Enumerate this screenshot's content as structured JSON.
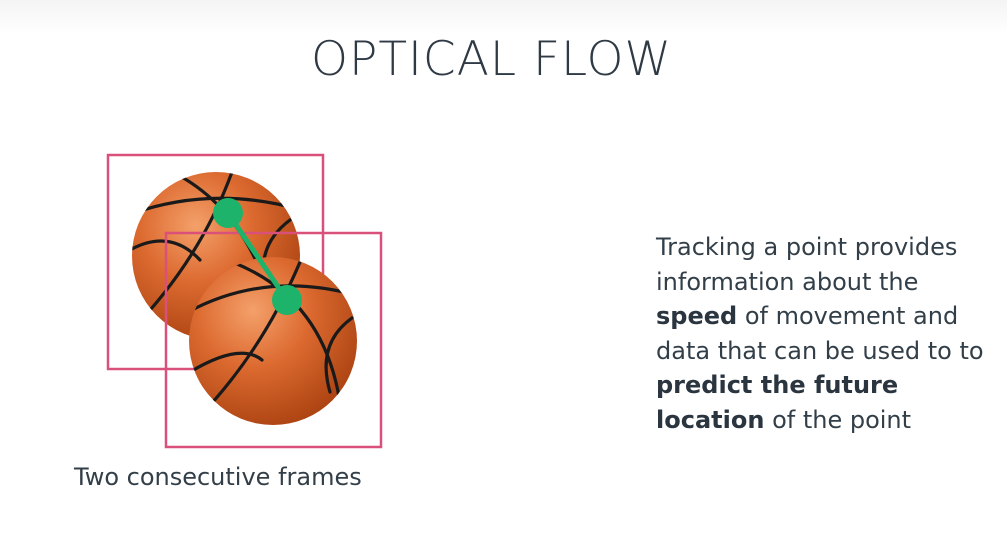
{
  "title": "OPTICAL FLOW",
  "caption": "Two consecutive frames",
  "description": {
    "t1": "Tracking a point provides information about the",
    "b1": "speed",
    "t2": "of movement and data that can be used to to",
    "b2": "predict the future location",
    "t3": "of the point"
  },
  "colors": {
    "frame_box": "#d9517a",
    "tracked_point": "#1db36b",
    "ball": "#d7622a",
    "seam": "#1a1a1a"
  }
}
